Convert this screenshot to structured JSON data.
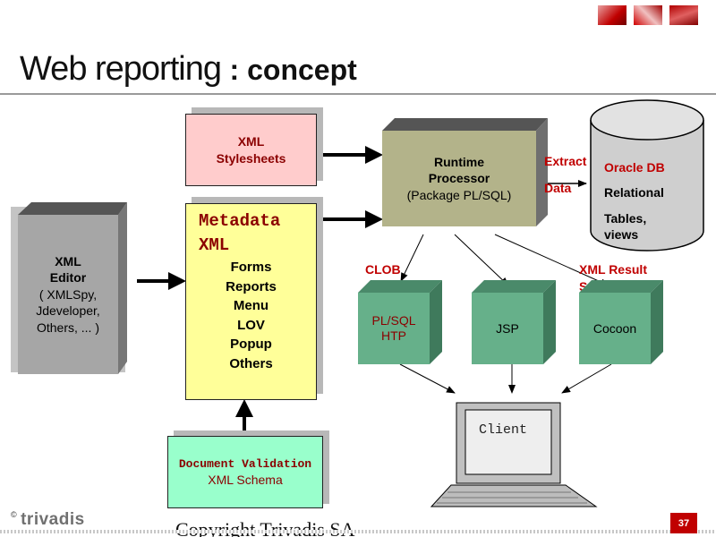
{
  "slide": {
    "title_main": "Web reporting",
    "title_sub": ": concept",
    "page_number": "37",
    "copyright": "Copyright Trivadis SA",
    "logo_text": "trivadis",
    "logo_mark": "©"
  },
  "diagram": {
    "xml_stylesheets": [
      "XML",
      "Stylesheets"
    ],
    "metadata": {
      "heading": [
        "Metadata",
        "XML"
      ],
      "items": [
        "Forms",
        "Reports",
        "Menu",
        "LOV",
        "Popup",
        "Others"
      ]
    },
    "xml_editor": [
      "XML",
      "Editor",
      "( XMLSpy,",
      "Jdeveloper,",
      "Others, ... )"
    ],
    "document_validation": {
      "title": "Document Validation",
      "subtitle": "XML Schema"
    },
    "runtime_processor": [
      "Runtime",
      "Processor",
      "(Package PL/SQL)"
    ],
    "oracle_db": [
      "Oracle DB",
      "Relational",
      "Tables,",
      "views"
    ],
    "extract_data": [
      "Extract",
      "Data"
    ],
    "clob": "CLOB",
    "xml_result_set": [
      "XML Result",
      "Set"
    ],
    "plsql_http": [
      "PL/SQL",
      "HTP"
    ],
    "jsp": "JSP",
    "cocoon": "Cocoon",
    "client": "Client"
  }
}
